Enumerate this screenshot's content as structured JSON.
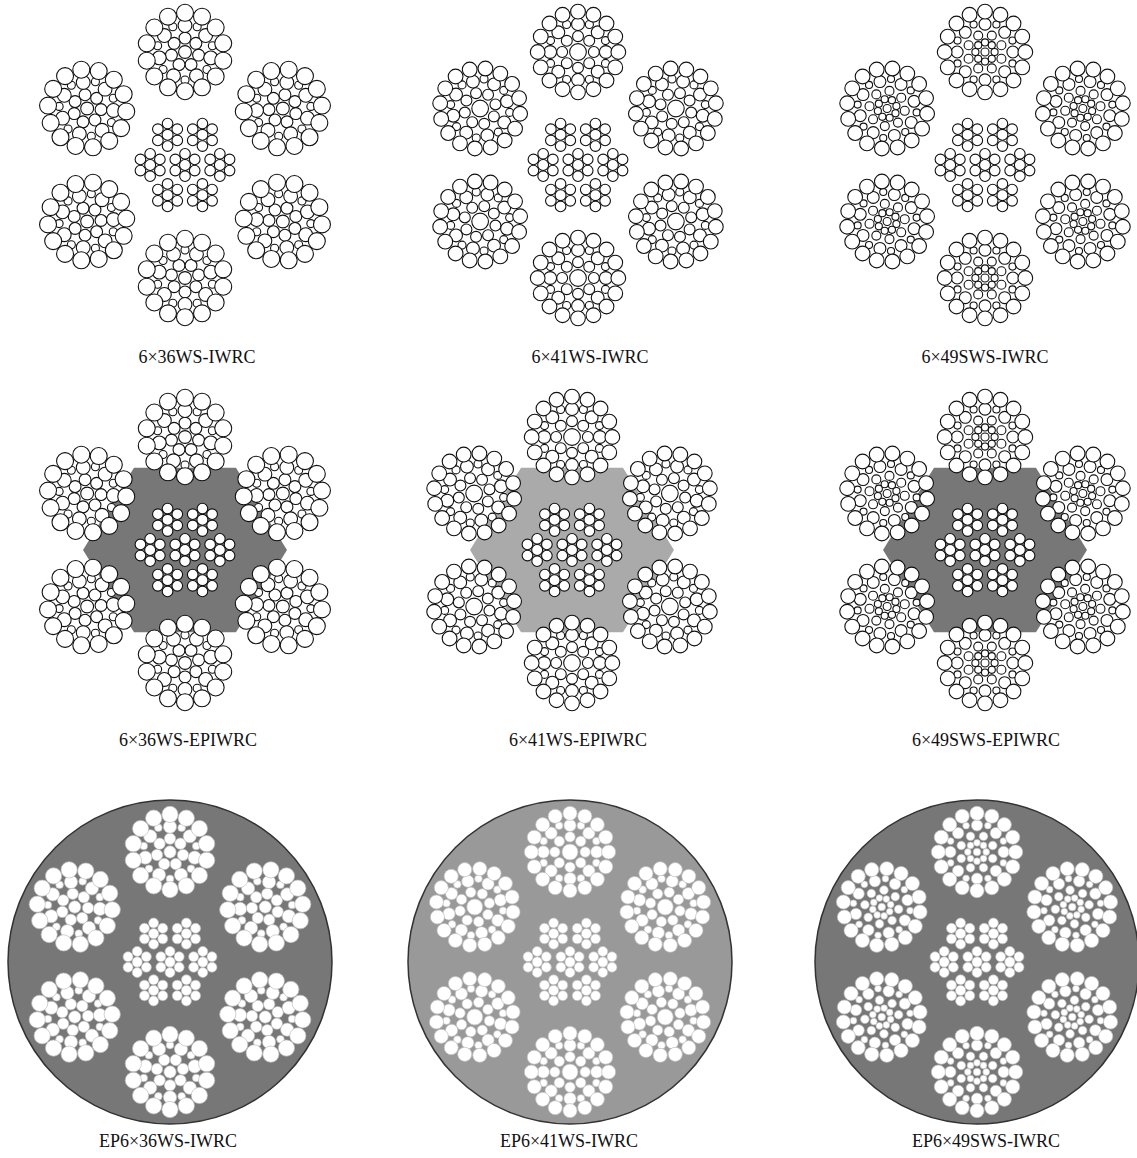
{
  "diagram": {
    "labels": [
      "6×36WS-IWRC",
      "6×41WS-IWRC",
      "6×49SWS-IWRC",
      "6×36WS-EPIWRC",
      "6×41WS-EPIWRC",
      "6×49SWS-EPIWRC",
      "EP6×36WS-IWRC",
      "EP6×41WS-IWRC",
      "EP6×49SWS-IWRC"
    ]
  }
}
